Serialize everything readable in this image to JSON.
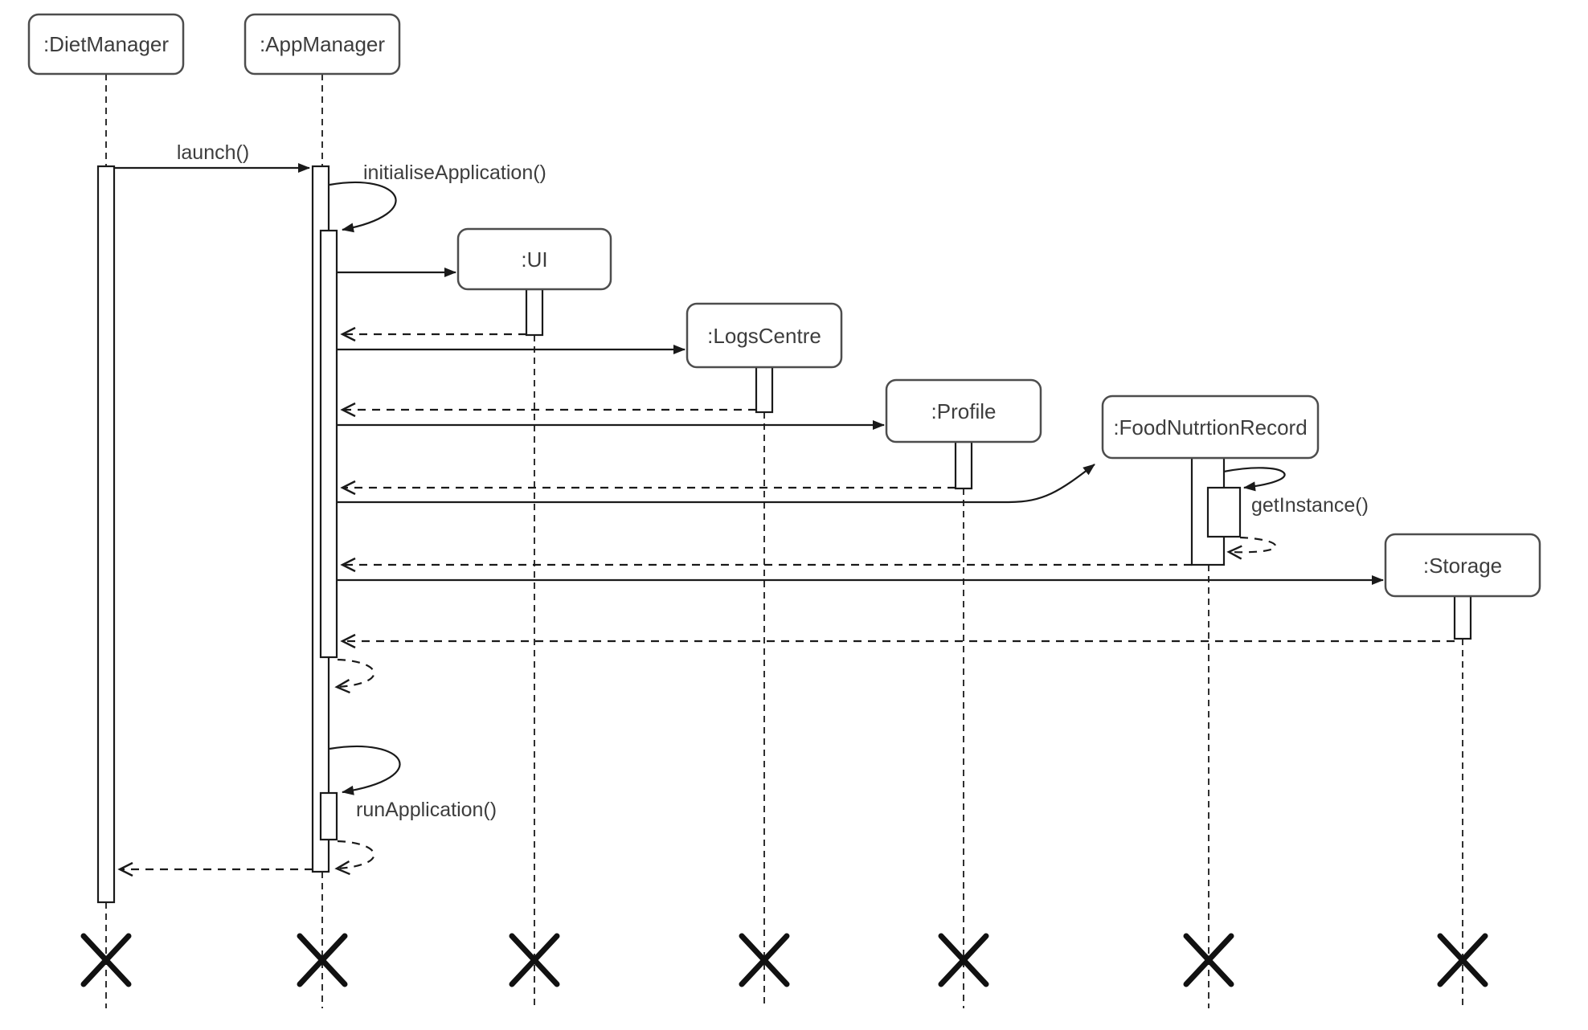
{
  "diagram": {
    "type": "uml-sequence-diagram",
    "colors": {
      "background": "#ffffff",
      "line": "#1a1a1a",
      "box_border": "#4d4d4d",
      "box_fill": "#ffffff",
      "text": "#3d3d3d"
    },
    "participants": [
      {
        "label": ":DietManager"
      },
      {
        "label": ":AppManager"
      },
      {
        "label": ":UI"
      },
      {
        "label": ":LogsCentre"
      },
      {
        "label": ":Profile"
      },
      {
        "label": ":FoodNutrtionRecord"
      },
      {
        "label": ":Storage"
      }
    ],
    "messages": {
      "launch": "launch()",
      "initialise_application": "initialiseApplication()",
      "get_instance": "getInstance()",
      "run_application": "runApplication()"
    }
  }
}
